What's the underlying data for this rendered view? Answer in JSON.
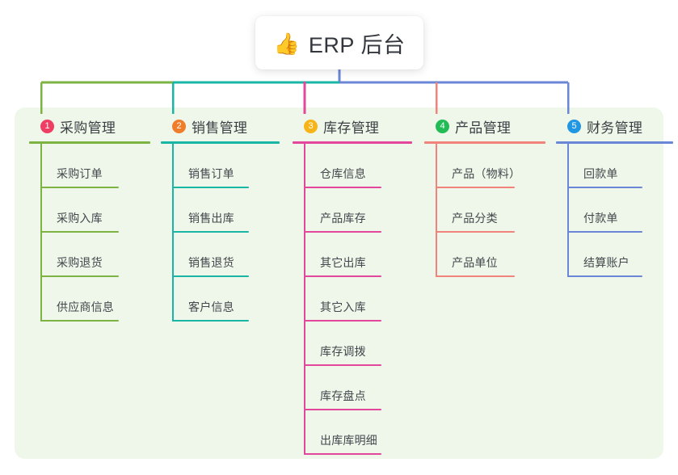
{
  "root": {
    "icon": "thumbs-up-icon",
    "emoji": "👍",
    "title": "ERP 后台"
  },
  "palette": {
    "panel_background": "#eef7e9",
    "page_background": "#ffffff",
    "root_text": "#33373d",
    "branch_colors": [
      "#7cb342",
      "#19b5a5",
      "#e2479b",
      "#f1837c",
      "#6b86d6"
    ],
    "badge_colors": [
      "#ef3e63",
      "#ef7d2a",
      "#f7b418",
      "#22bb55",
      "#2196e3"
    ],
    "leaf_text": "#44484e"
  },
  "branches": [
    {
      "index": "1",
      "badge": "❶",
      "badge_color": "#ef3e63",
      "line_color": "#7cb342",
      "title": "采购管理",
      "leaves": [
        {
          "label": "采购订单"
        },
        {
          "label": "采购入库"
        },
        {
          "label": "采购退货"
        },
        {
          "label": "供应商信息"
        }
      ]
    },
    {
      "index": "2",
      "badge": "❷",
      "badge_color": "#ef7d2a",
      "line_color": "#19b5a5",
      "title": "销售管理",
      "leaves": [
        {
          "label": "销售订单"
        },
        {
          "label": "销售出库"
        },
        {
          "label": "销售退货"
        },
        {
          "label": "客户信息"
        }
      ]
    },
    {
      "index": "3",
      "badge": "❸",
      "badge_color": "#f7b418",
      "line_color": "#e2479b",
      "title": "库存管理",
      "leaves": [
        {
          "label": "仓库信息"
        },
        {
          "label": "产品库存"
        },
        {
          "label": "其它出库"
        },
        {
          "label": "其它入库"
        },
        {
          "label": "库存调拨"
        },
        {
          "label": "库存盘点"
        },
        {
          "label": "出库库明细"
        }
      ]
    },
    {
      "index": "4",
      "badge": "❹",
      "badge_color": "#22bb55",
      "line_color": "#f1837c",
      "title": "产品管理",
      "leaves": [
        {
          "label": "产品（物料）"
        },
        {
          "label": "产品分类"
        },
        {
          "label": "产品单位"
        }
      ]
    },
    {
      "index": "5",
      "badge": "❺",
      "badge_color": "#2196e3",
      "line_color": "#6b86d6",
      "title": "财务管理",
      "leaves": [
        {
          "label": "回款单"
        },
        {
          "label": "付款单"
        },
        {
          "label": "结算账户"
        }
      ]
    }
  ]
}
